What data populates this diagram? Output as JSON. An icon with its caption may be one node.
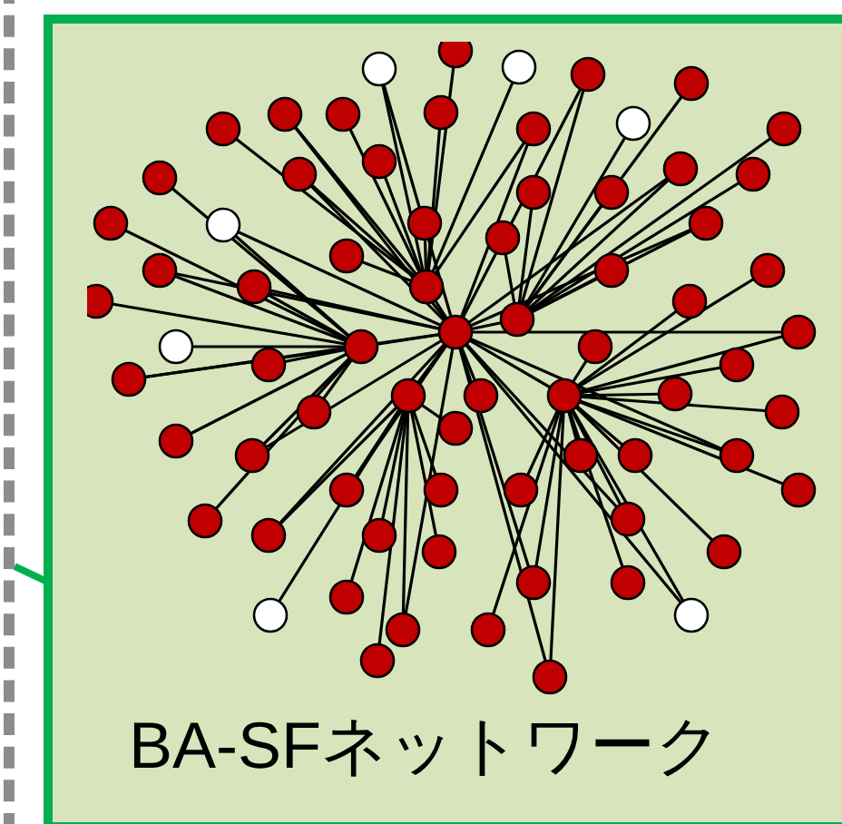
{
  "diagram": {
    "nodes": [
      {
        "text": [],
        "shape": "box"
      },
      {
        "text": [
          "BA-SFネットワーク"
        ]
      }
    ],
    "edges": [
      {
        "from": 0,
        "to": 1,
        "arrow": "none"
      }
    ]
  }
}
